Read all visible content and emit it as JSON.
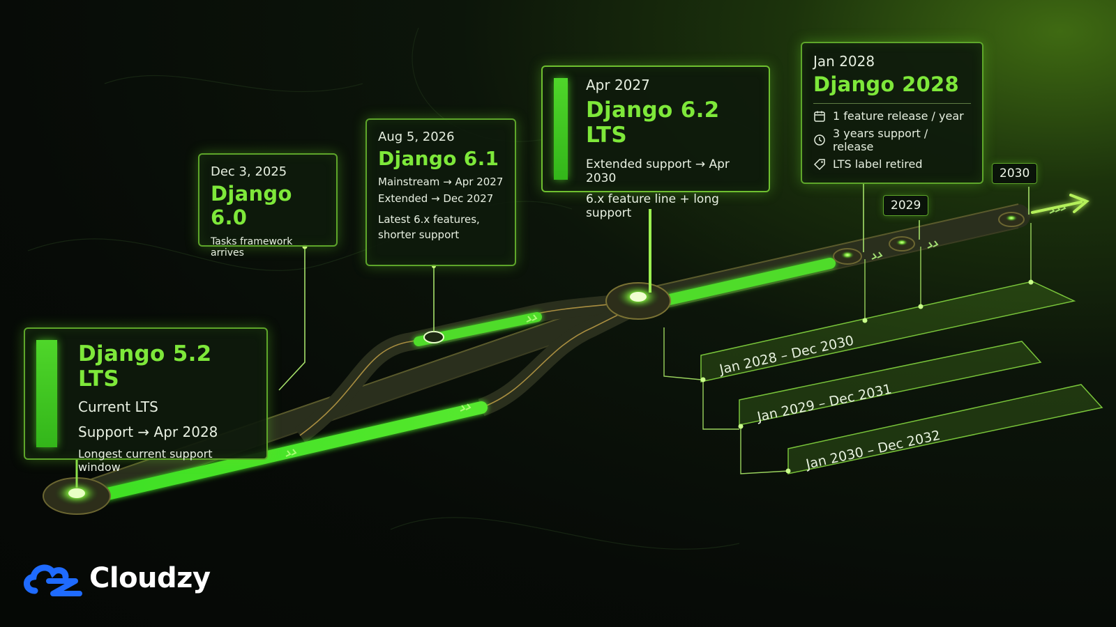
{
  "releases": {
    "django52": {
      "title": "Django 5.2 LTS",
      "subtitle": "Current LTS",
      "support": "Support → Apr 2028",
      "note": "Longest current support window"
    },
    "django60": {
      "date": "Dec 3, 2025",
      "title": "Django 6.0",
      "note": "Tasks framework arrives"
    },
    "django61": {
      "date": "Aug 5, 2026",
      "title": "Django 6.1",
      "mainstream": "Mainstream → Apr 2027",
      "extended": "Extended → Dec 2027",
      "note_line1": "Latest 6.x features,",
      "note_line2": "shorter support"
    },
    "django62": {
      "date": "Apr 2027",
      "title": "Django 6.2 LTS",
      "support": "Extended support → Apr 2030",
      "note": "6.x feature line + long support"
    },
    "django2028": {
      "date": "Jan 2028",
      "title": "Django 2028",
      "features": [
        {
          "icon": "calendar-icon",
          "text": "1 feature release / year"
        },
        {
          "icon": "clock-icon",
          "text": "3 years support / release"
        },
        {
          "icon": "tag-icon",
          "text": "LTS label retired"
        }
      ]
    }
  },
  "year_markers": [
    "2029",
    "2030"
  ],
  "support_periods": [
    "Jan 2028 – Dec 2030",
    "Jan 2029 – Dec 2031",
    "Jan 2030 – Dec 2032"
  ],
  "brand": {
    "name": "Cloudzy"
  },
  "colors": {
    "accent": "#7ee83a",
    "bar": "#4fd62a",
    "border": "#5ea62a",
    "logo_blue": "#1f6bff"
  }
}
